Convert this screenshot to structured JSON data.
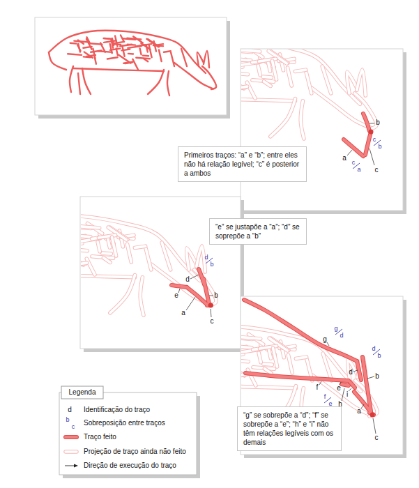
{
  "diagram": {
    "nodes": [
      {
        "text": [
          "Primeiros traços: “a” e “b”; entre eles não há relação legível; “c” é posterior a ambos"
        ]
      },
      {
        "text": [
          "“e” se justapõe a “a”; “d” se soprepõe a “b”"
        ]
      },
      {
        "text": [
          "“g” se sobrepõe a “d”; “f” se sobrepõe a “e”; “h” e “i” não têm relações legíveis com os demais"
        ]
      }
    ],
    "labels": [
      "b",
      "c",
      "b",
      "a",
      "c",
      "a",
      "c",
      "d",
      "b",
      "d",
      "e",
      "b",
      "a",
      "c",
      "g",
      "d",
      "g",
      "d",
      "b",
      "d",
      "b",
      "f",
      "e",
      "i",
      "f",
      "e",
      "h",
      "a",
      "c",
      "Legenda",
      "d",
      "b",
      "c"
    ],
    "legend": [
      {
        "text": "Identificação do traço"
      },
      {
        "text": "Sobreposição entre traços"
      },
      {
        "text": "Traço feito"
      },
      {
        "text": "Projeção de traço ainda não feito"
      },
      {
        "text": "Direção de execução do traço"
      }
    ]
  }
}
